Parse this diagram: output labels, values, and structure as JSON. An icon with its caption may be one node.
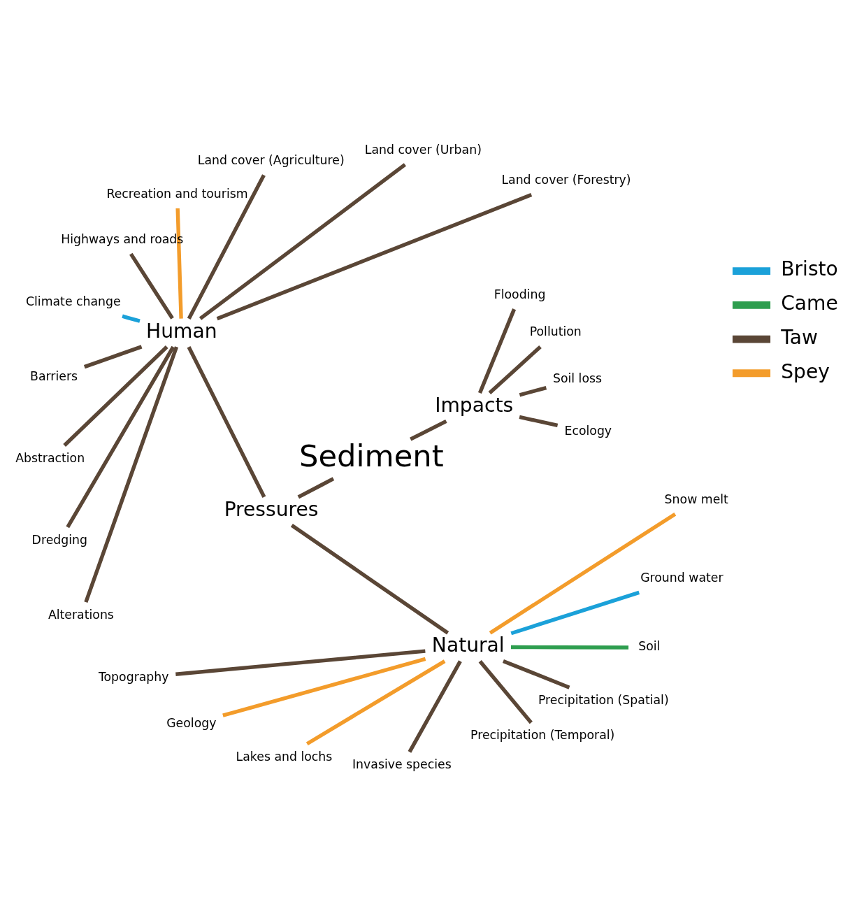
{
  "diagram": {
    "nodes": [
      {
        "text": [
          "Sediment"
        ]
      },
      {
        "text": [
          "Pressures"
        ]
      },
      {
        "text": [
          "Impacts"
        ]
      },
      {
        "text": [
          "Human"
        ]
      },
      {
        "text": [
          "Natural"
        ]
      },
      {
        "text": [
          "Land cover (Forestry)"
        ]
      },
      {
        "text": [
          "Land cover (Urban)"
        ]
      },
      {
        "text": [
          "Land cover (Agriculture)"
        ]
      },
      {
        "text": [
          "Recreation and tourism"
        ]
      },
      {
        "text": [
          "Highways and roads"
        ]
      },
      {
        "text": [
          "Climate change"
        ]
      },
      {
        "text": [
          "Barriers"
        ]
      },
      {
        "text": [
          "Abstraction"
        ]
      },
      {
        "text": [
          "Dredging"
        ]
      },
      {
        "text": [
          "Alterations"
        ]
      },
      {
        "text": [
          "Topography"
        ]
      },
      {
        "text": [
          "Geology"
        ]
      },
      {
        "text": [
          "Lakes and lochs"
        ]
      },
      {
        "text": [
          "Invasive species"
        ]
      },
      {
        "text": [
          "Precipitation (Temporal)"
        ]
      },
      {
        "text": [
          "Precipitation (Spatial)"
        ]
      },
      {
        "text": [
          "Soil"
        ]
      },
      {
        "text": [
          "Ground water"
        ]
      },
      {
        "text": [
          "Snow melt"
        ]
      },
      {
        "text": [
          "Ecology"
        ]
      },
      {
        "text": [
          "Soil loss"
        ]
      },
      {
        "text": [
          "Pollution"
        ]
      },
      {
        "text": [
          "Flooding"
        ]
      }
    ],
    "edges": [
      {
        "from": 1,
        "to": 0,
        "arrow": "none"
      },
      {
        "from": 0,
        "to": 2,
        "arrow": "none"
      },
      {
        "from": 3,
        "to": 1,
        "arrow": "none"
      },
      {
        "from": 4,
        "to": 1,
        "arrow": "none"
      },
      {
        "from": 5,
        "to": 3,
        "arrow": "none"
      },
      {
        "from": 6,
        "to": 3,
        "arrow": "none"
      },
      {
        "from": 7,
        "to": 3,
        "arrow": "none"
      },
      {
        "from": 8,
        "to": 3,
        "arrow": "none",
        "color": "#f39c2b"
      },
      {
        "from": 9,
        "to": 3,
        "arrow": "none"
      },
      {
        "from": 10,
        "to": 3,
        "arrow": "none",
        "color": "#1ba1d9"
      },
      {
        "from": 11,
        "to": 3,
        "arrow": "none"
      },
      {
        "from": 12,
        "to": 3,
        "arrow": "none"
      },
      {
        "from": 13,
        "to": 3,
        "arrow": "none"
      },
      {
        "from": 14,
        "to": 3,
        "arrow": "none"
      },
      {
        "from": 15,
        "to": 4,
        "arrow": "none"
      },
      {
        "from": 16,
        "to": 4,
        "arrow": "none",
        "color": "#f39c2b"
      },
      {
        "from": 17,
        "to": 4,
        "arrow": "none",
        "color": "#f39c2b"
      },
      {
        "from": 18,
        "to": 4,
        "arrow": "none"
      },
      {
        "from": 19,
        "to": 4,
        "arrow": "none"
      },
      {
        "from": 20,
        "to": 4,
        "arrow": "none"
      },
      {
        "from": 21,
        "to": 4,
        "arrow": "none",
        "color": "#2e9e4f"
      },
      {
        "from": 22,
        "to": 4,
        "arrow": "none",
        "color": "#1ba1d9"
      },
      {
        "from": 23,
        "to": 4,
        "arrow": "none",
        "color": "#f39c2b"
      },
      {
        "from": 2,
        "to": 24,
        "arrow": "none"
      },
      {
        "from": 2,
        "to": 25,
        "arrow": "none"
      },
      {
        "from": 2,
        "to": 26,
        "arrow": "none"
      },
      {
        "from": 2,
        "to": 27,
        "arrow": "none"
      }
    ],
    "legend": [
      {
        "text": "Bristo",
        "color": "#1ba1d9"
      },
      {
        "text": "Came",
        "color": "#2e9e4f"
      },
      {
        "text": "Taw",
        "color": "#5a4636"
      },
      {
        "text": "Spey",
        "color": "#f39c2b"
      }
    ]
  }
}
